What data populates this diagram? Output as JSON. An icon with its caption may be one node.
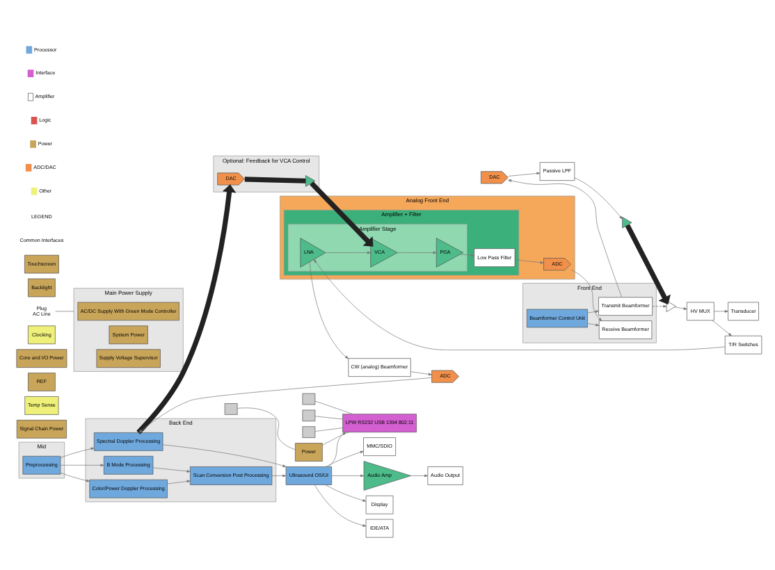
{
  "diagram": {
    "nodes": [
      {
        "text": [
          "Transducer"
        ]
      },
      {
        "text": [
          "HV MUX"
        ]
      },
      {
        "text": [],
        "shape": "triangle"
      },
      {
        "text": [],
        "shape": "triangle"
      },
      {
        "text": [
          "Passive LPF"
        ]
      },
      {
        "text": [
          "DAC"
        ]
      },
      {
        "text": [
          "Front End"
        ]
      },
      {
        "text": [
          "Transmit Beamformer"
        ],
        "in": 6
      },
      {
        "text": [
          "Receive Beamformer"
        ],
        "in": 6
      },
      {
        "text": [
          "Beamformer Control Unit"
        ],
        "in": 6
      },
      {
        "text": [
          "T/R Switches"
        ]
      },
      {
        "text": [
          "Signal Chain Power"
        ]
      },
      {
        "text": [
          "Temp Sense"
        ]
      },
      {
        "text": [
          "REF"
        ]
      },
      {
        "text": [
          "Core and I/O Power"
        ]
      },
      {
        "text": [
          "Analog Front End"
        ]
      },
      {
        "text": [
          "Amplifier + Filter"
        ],
        "in": 15
      },
      {
        "text": [
          "Amplifier Stage"
        ],
        "in": 16
      },
      {
        "text": [
          "LNA"
        ],
        "in": 17
      },
      {
        "text": [
          "VCA"
        ],
        "in": 17
      },
      {
        "text": [
          "PGA"
        ],
        "in": 17
      },
      {
        "text": [
          "Low Pass Filter"
        ],
        "in": 16
      },
      {
        "text": [
          "ADC"
        ],
        "in": 15
      },
      {
        "text": [
          "Clocking"
        ]
      },
      {
        "text": [
          "Mid"
        ]
      },
      {
        "text": [
          "Preprocessing"
        ],
        "in": 24
      },
      {
        "text": [
          "Back End"
        ]
      },
      {
        "text": [
          "Spectral Doppler Processing"
        ],
        "in": 26
      },
      {
        "text": [
          "B Mode Processing"
        ],
        "in": 26
      },
      {
        "text": [
          "Color/Power Doppler Processing"
        ],
        "in": 26
      },
      {
        "text": [
          "Scan Conversion Post Processing"
        ],
        "in": 26
      },
      {
        "text": [
          "Optional: Feedback for VCA Control"
        ]
      },
      {
        "text": [],
        "shape": "triangle",
        "in": 31
      },
      {
        "text": [
          "DAC"
        ],
        "in": 31
      },
      {
        "text": [
          "CW (analog) Beamformer"
        ]
      },
      {
        "text": [
          "ADC"
        ]
      },
      {
        "text": [],
        "shape": "box"
      },
      {
        "text": [],
        "shape": "box"
      },
      {
        "text": [
          "Power"
        ]
      },
      {
        "text": [],
        "shape": "box"
      },
      {
        "text": [],
        "shape": "box"
      },
      {
        "text": [
          "LPW RS232 USB 1394 802.11"
        ]
      },
      {
        "text": [
          "Ultrasound OS/UI"
        ]
      },
      {
        "text": [
          "Audio Amp"
        ]
      },
      {
        "text": [
          "Audio Output"
        ]
      },
      {
        "text": [
          "Plug",
          "AC Line"
        ]
      },
      {
        "text": [
          "Main Power Supply"
        ]
      },
      {
        "text": [
          "AC/DC Supply With Green Mode Controller"
        ],
        "in": 46
      },
      {
        "text": [
          "System Power"
        ],
        "in": 46
      },
      {
        "text": [
          "Supply Voltage Supervisor"
        ],
        "in": 46
      },
      {
        "text": [
          "IDE/ATA"
        ]
      },
      {
        "text": [
          "MMC/SDIO"
        ]
      },
      {
        "text": [
          "Display"
        ]
      },
      {
        "text": [
          "Backlight"
        ]
      },
      {
        "text": [
          "Touchscreen"
        ]
      }
    ],
    "edges": [
      {
        "from": 1,
        "to": 0,
        "arrow": "to"
      },
      {
        "from": 1,
        "to": 10,
        "arrow": "to"
      },
      {
        "from": 10,
        "to": 18,
        "arrow": "to"
      },
      {
        "from": 2,
        "to": 1,
        "arrow": "to"
      },
      {
        "from": 3,
        "to": 2,
        "arrow": "to",
        "style": "thick"
      },
      {
        "from": 4,
        "to": 3,
        "arrow": "to"
      },
      {
        "from": 5,
        "to": 4,
        "arrow": "to"
      },
      {
        "from": 7,
        "to": 5,
        "arrow": "to"
      },
      {
        "from": 7,
        "to": 2,
        "arrow": "to",
        "style": "dashed"
      },
      {
        "from": 9,
        "to": 7,
        "arrow": "to"
      },
      {
        "from": 9,
        "to": 8,
        "arrow": "to"
      },
      {
        "from": 22,
        "to": 8,
        "arrow": "to"
      },
      {
        "from": 18,
        "to": 19,
        "arrow": "to"
      },
      {
        "from": 19,
        "to": 20,
        "arrow": "to"
      },
      {
        "from": 20,
        "to": 21,
        "arrow": "to"
      },
      {
        "from": 21,
        "to": 22,
        "arrow": "to"
      },
      {
        "from": 25,
        "to": 28,
        "arrow": "to"
      },
      {
        "from": 25,
        "to": 29,
        "arrow": "to"
      },
      {
        "from": 25,
        "to": 27,
        "arrow": "to"
      },
      {
        "from": 28,
        "to": 30,
        "arrow": "to"
      },
      {
        "from": 29,
        "to": 30,
        "arrow": "to"
      },
      {
        "from": 27,
        "to": 33,
        "arrow": "to",
        "style": "thick"
      },
      {
        "from": 33,
        "to": 32,
        "arrow": "none",
        "style": "thick"
      },
      {
        "from": 32,
        "to": 19,
        "arrow": "to",
        "style": "thick"
      },
      {
        "from": 18,
        "to": 34,
        "arrow": "to"
      },
      {
        "from": 34,
        "to": 35,
        "arrow": "to"
      },
      {
        "from": 35,
        "to": 27,
        "arrow": "to"
      },
      {
        "from": 27,
        "to": 42,
        "arrow": "to"
      },
      {
        "from": 30,
        "to": 42,
        "arrow": "to"
      },
      {
        "from": 42,
        "to": 41,
        "arrow": "to"
      },
      {
        "from": 42,
        "to": 43,
        "arrow": "to"
      },
      {
        "from": 43,
        "to": 44,
        "arrow": "to"
      },
      {
        "from": 42,
        "to": 50,
        "arrow": "to"
      },
      {
        "from": 42,
        "to": 51,
        "arrow": "to"
      },
      {
        "from": 42,
        "to": 52,
        "arrow": "to"
      },
      {
        "from": 36,
        "to": 41,
        "arrow": "none"
      },
      {
        "from": 37,
        "to": 38,
        "arrow": "none"
      },
      {
        "from": 38,
        "to": 41,
        "arrow": "none"
      },
      {
        "from": 39,
        "to": 41,
        "arrow": "none"
      },
      {
        "from": 40,
        "to": 41,
        "arrow": "none"
      },
      {
        "from": 45,
        "to": 46,
        "arrow": "none"
      }
    ],
    "labels": [
      "Common Interfaces",
      "LEGEND"
    ],
    "legend": [
      {
        "text": "Processor",
        "color": "#6fa8dc"
      },
      {
        "text": "Interface",
        "color": "#d35fd0"
      },
      {
        "text": "Amplifier"
      },
      {
        "text": "Logic",
        "color": "#d9534f"
      },
      {
        "text": "Power",
        "color": "#c9a55a"
      },
      {
        "text": "ADC/DAC",
        "color": "#f0904a"
      },
      {
        "text": "Other",
        "color": "#eef07a"
      }
    ]
  }
}
